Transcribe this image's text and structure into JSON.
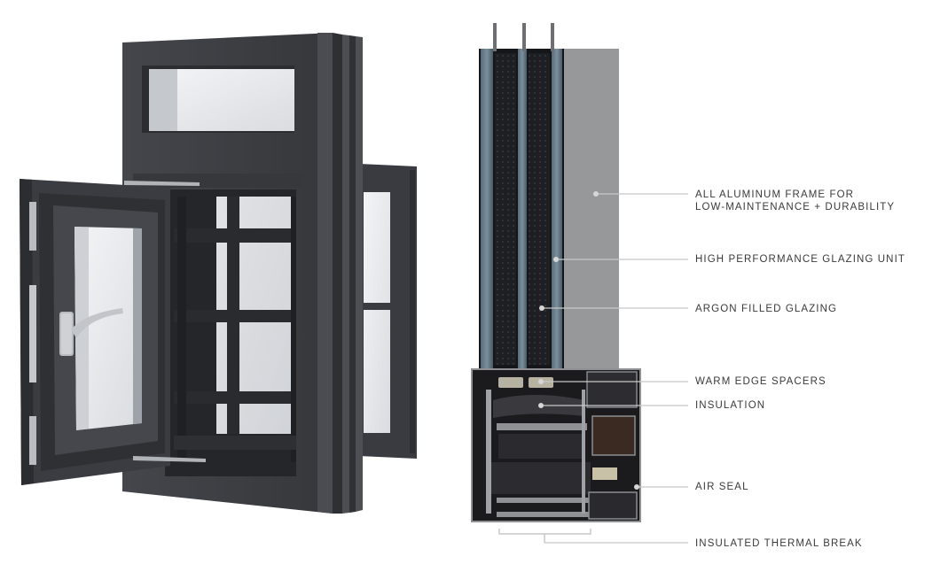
{
  "callouts": [
    {
      "id": "frame",
      "lines": [
        "ALL ALUMINUM FRAME FOR",
        "LOW-MAINTENANCE + DURABILITY"
      ]
    },
    {
      "id": "glazing-unit",
      "lines": [
        "HIGH PERFORMANCE GLAZING UNIT"
      ]
    },
    {
      "id": "argon",
      "lines": [
        "ARGON FILLED GLAZING"
      ]
    },
    {
      "id": "spacers",
      "lines": [
        "WARM EDGE SPACERS"
      ]
    },
    {
      "id": "insulation",
      "lines": [
        "INSULATION"
      ]
    },
    {
      "id": "air-seal",
      "lines": [
        "AIR SEAL"
      ]
    },
    {
      "id": "thermal-break",
      "lines": [
        "INSULATED THERMAL BREAK"
      ]
    }
  ],
  "colors": {
    "frame": "#3e3f44",
    "frame_dark": "#2b2c30",
    "frame_edge": "#55575c",
    "glass": "#e9ebee",
    "section_gray": "#8f9194",
    "section_black": "#1c1c1e",
    "leader": "#c8c8c8"
  }
}
